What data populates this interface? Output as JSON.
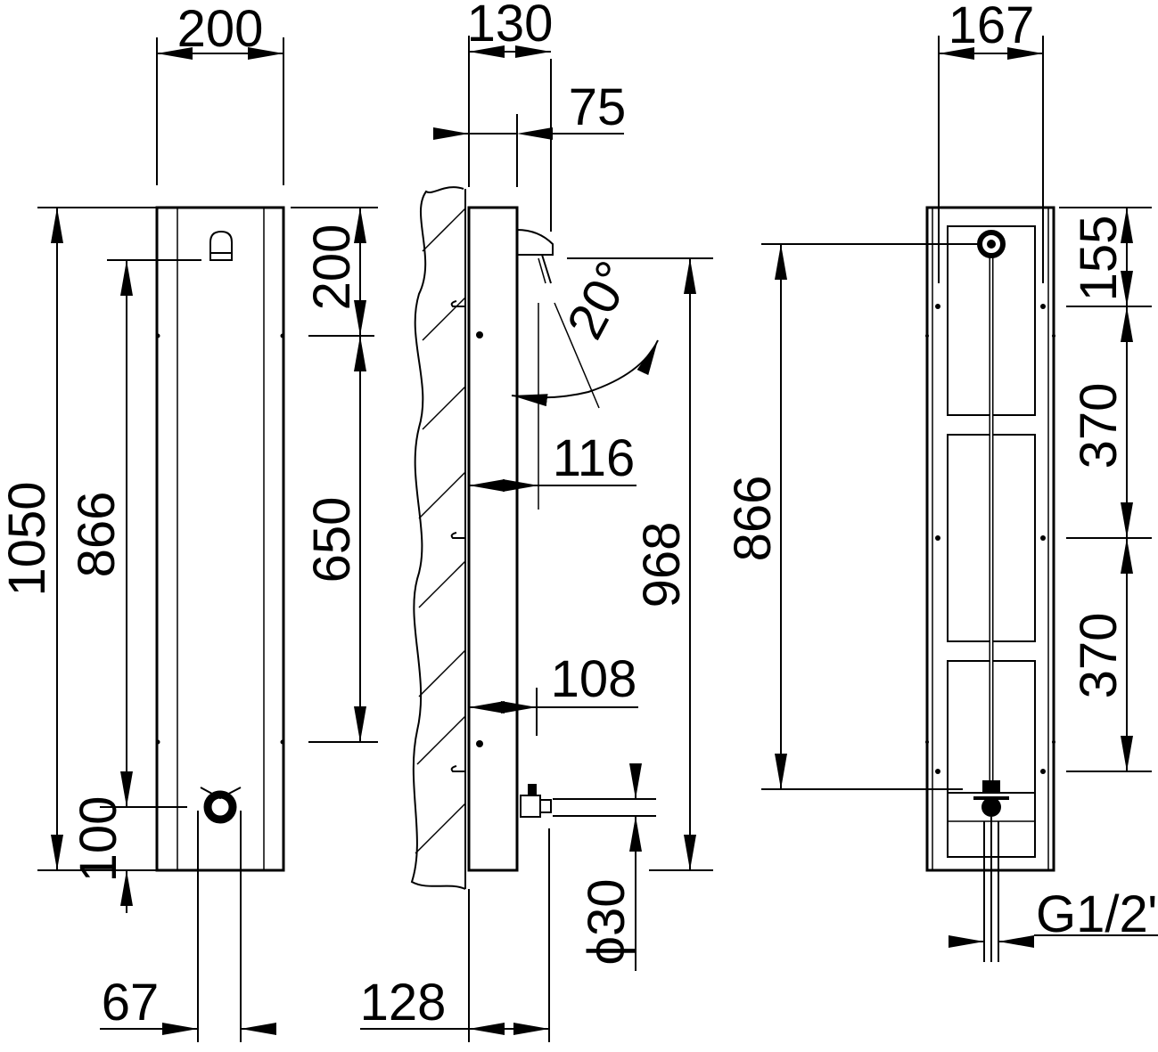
{
  "front_view": {
    "width": "200",
    "height": "1050",
    "outlet_height": "866",
    "inlet_height": "100",
    "inlet_offset": "67"
  },
  "side_view": {
    "depth": "130",
    "head_offset": "75",
    "top_spacing": "200",
    "mid_spacing": "650",
    "head_height": "968",
    "spray_angle": "20°",
    "upper_depth": "116",
    "lower_depth": "108",
    "pipe_diameter": "ϕ30",
    "bottom_depth": "128"
  },
  "rear_view": {
    "width": "167",
    "outlet_height": "866",
    "top_spacing": "155",
    "upper_spacing": "370",
    "lower_spacing": "370",
    "connection": "G1/2\""
  }
}
